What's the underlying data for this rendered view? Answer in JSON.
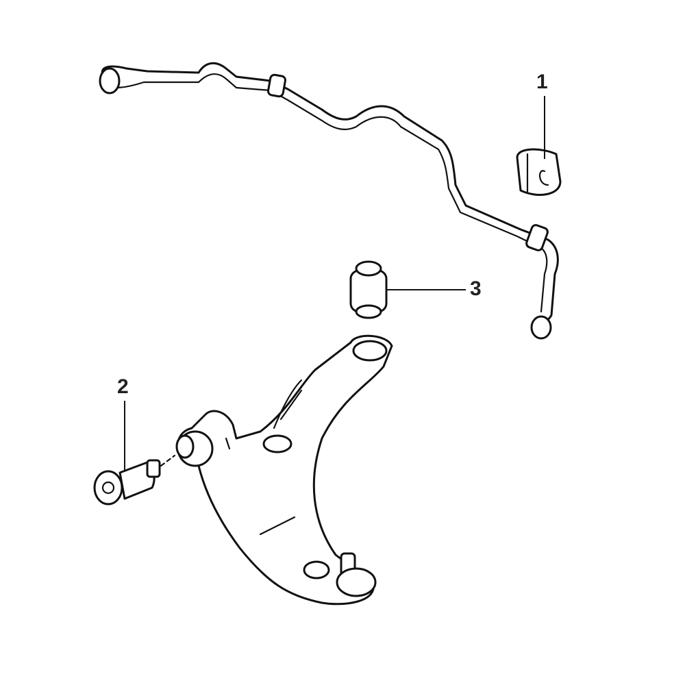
{
  "callouts": [
    {
      "number": "1",
      "part": "stabilizer-bar-bushing"
    },
    {
      "number": "2",
      "part": "lower-arm-bushing-bolt"
    },
    {
      "number": "3",
      "part": "lower-arm-rear-bushing"
    }
  ]
}
